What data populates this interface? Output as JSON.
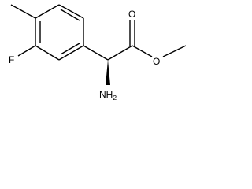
{
  "molecule": {
    "atoms": {
      "fluorine": "F",
      "amine": "NH",
      "amine_subscript": "2",
      "ester_oxygen_double": "O",
      "ester_oxygen_single": "O"
    }
  }
}
